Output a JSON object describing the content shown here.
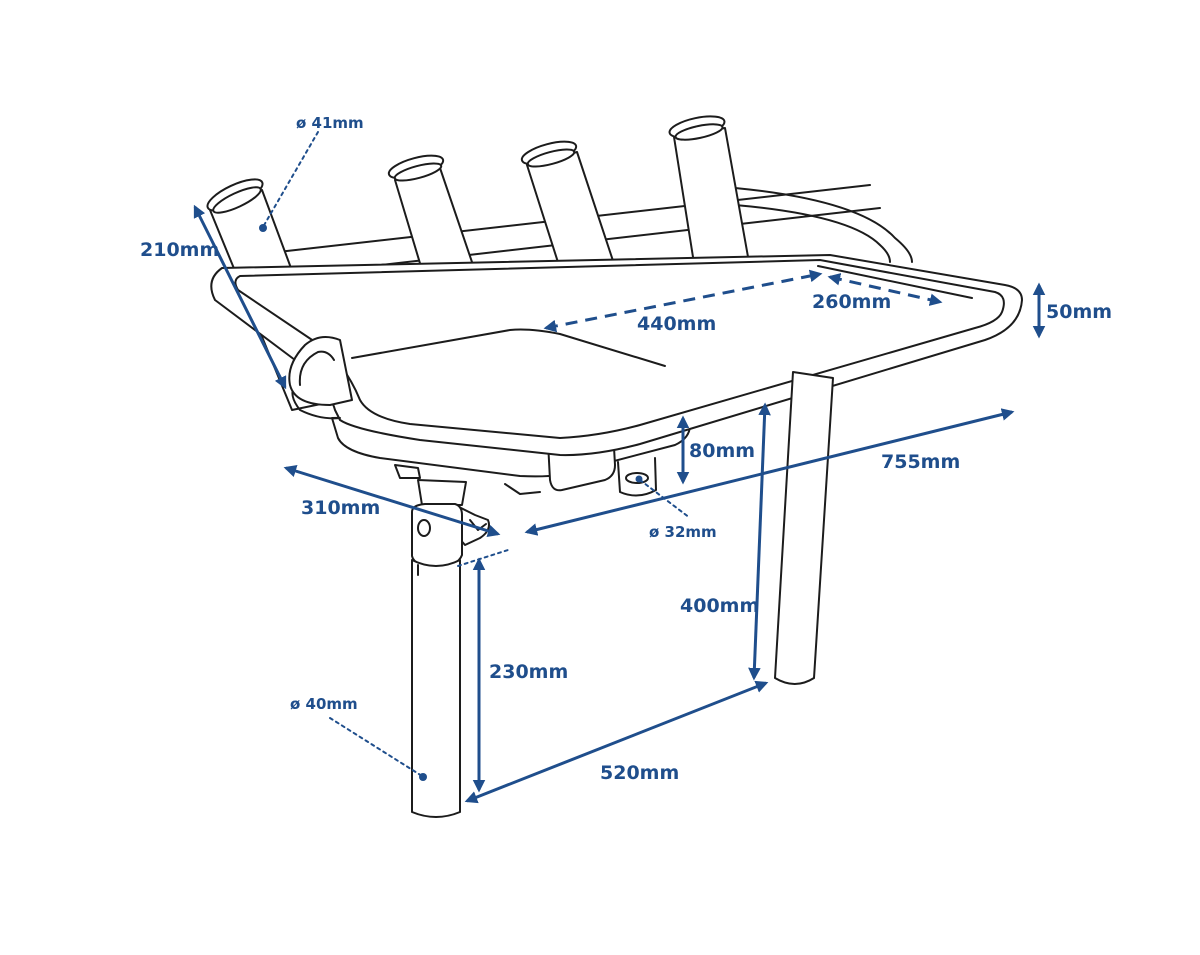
{
  "colors": {
    "line": "#1c1c1c",
    "dimension": "#1f4e8c",
    "background": "#ffffff"
  },
  "labels": {
    "rod_diameter": "ø 41mm",
    "holder_height": "210mm",
    "tray_length": "440mm",
    "tray_width": "260mm",
    "rail_height": "50mm",
    "tray_depth": "80mm",
    "overall_length": "755mm",
    "overall_depth": "310mm",
    "drain_diameter": "ø 32mm",
    "leg_length": "400mm",
    "mount_length": "230mm",
    "tube_diameter": "ø 40mm",
    "leg_spacing": "520mm"
  }
}
